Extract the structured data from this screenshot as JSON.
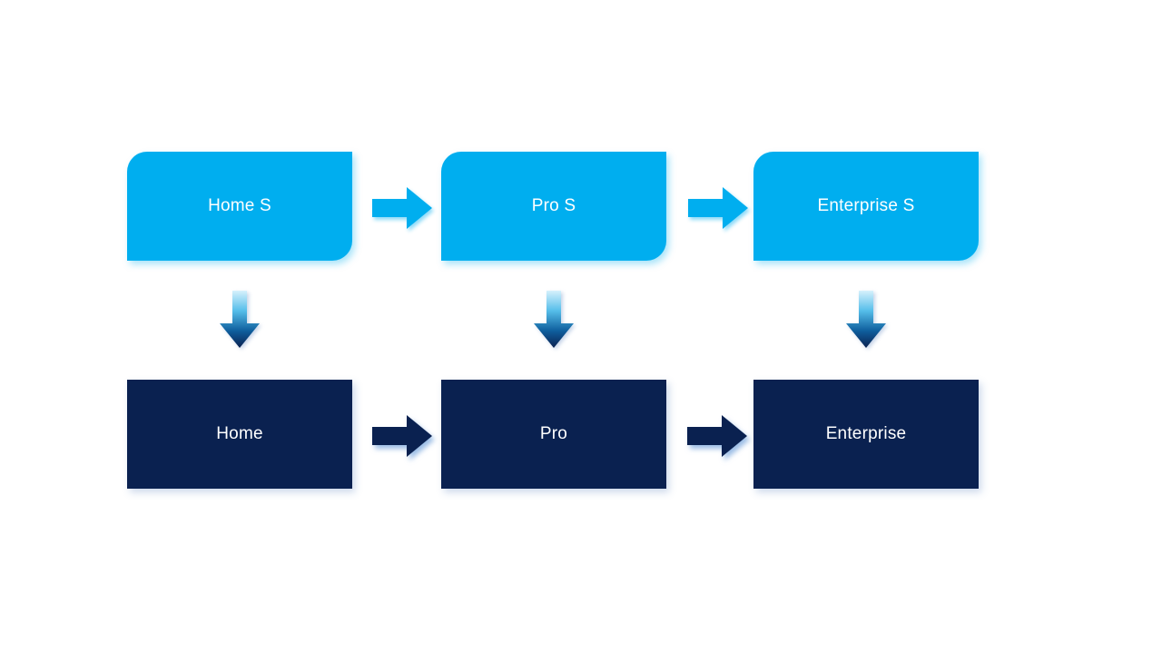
{
  "colors": {
    "light_blue": "#00AEEF",
    "dark_navy": "#0A2150",
    "label_text": "#FFFFFF",
    "background": "#FFFFFF"
  },
  "boxes": {
    "top": [
      {
        "label": "Home S"
      },
      {
        "label": "Pro S"
      },
      {
        "label": "Enterprise S"
      }
    ],
    "bottom": [
      {
        "label": "Home"
      },
      {
        "label": "Pro"
      },
      {
        "label": "Enterprise"
      }
    ]
  }
}
